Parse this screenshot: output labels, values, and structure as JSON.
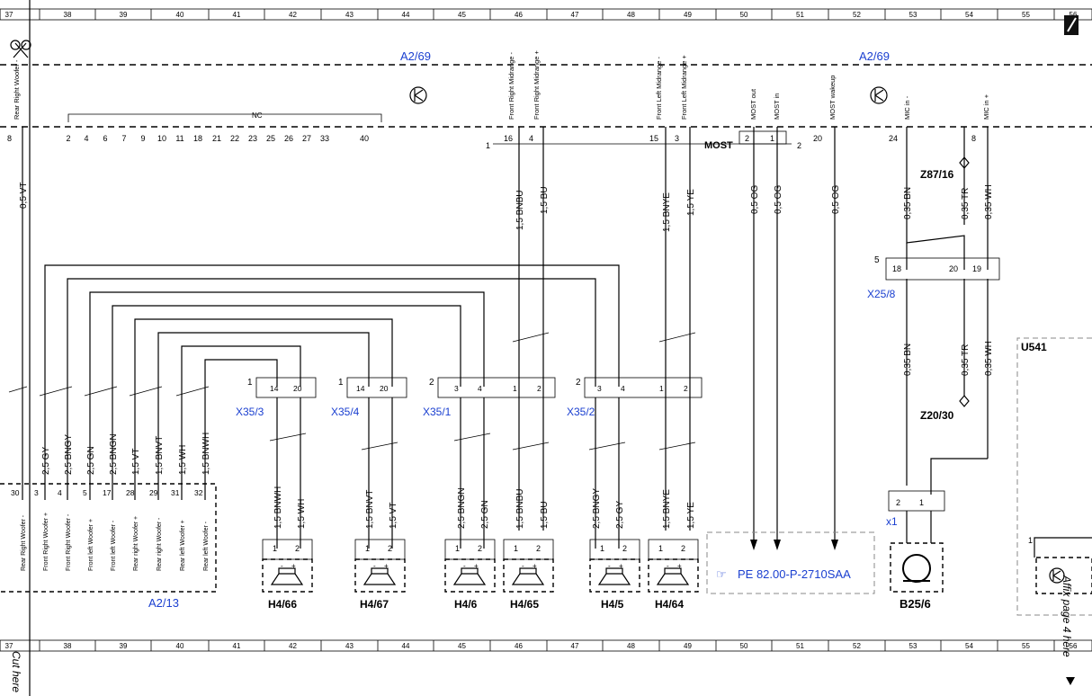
{
  "grid": {
    "columns": [
      "37",
      "38",
      "39",
      "40",
      "41",
      "42",
      "43",
      "44",
      "45",
      "46",
      "47",
      "48",
      "49",
      "50",
      "51",
      "52",
      "53",
      "54",
      "55",
      "56"
    ]
  },
  "modules": {
    "a2_69_left": "A2/69",
    "a2_69_right": "A2/69",
    "a2_13": "A2/13",
    "u541": "U541",
    "x25_8": "X25/8",
    "x1": "x1",
    "z87_16": "Z87/16",
    "z20_30": "Z20/30",
    "b25_6": "B25/6"
  },
  "top_connector": {
    "pin_labels": [
      "Rear Right Woofer -",
      "Front Right Midrange -",
      "Front Right Midrange +",
      "Front Left Midrange -",
      "Front Left Midrange +",
      "MOST out",
      "MOST in",
      "MOST wakeup",
      "MIC in -",
      "MIC in +"
    ],
    "nc_label": "NC",
    "nc_pins": [
      "2",
      "4",
      "6",
      "7",
      "9",
      "10",
      "11",
      "18",
      "21",
      "22",
      "23",
      "25",
      "26",
      "27",
      "33",
      "40"
    ],
    "pins": {
      "p8": "8",
      "p16": "16",
      "p4": "4",
      "p15": "15",
      "p3": "3",
      "p2": "2",
      "p1": "1",
      "p20": "20",
      "p24": "24",
      "p8b": "8"
    },
    "most_label": "MOST",
    "side_1": "1",
    "side_2": "2"
  },
  "wires": {
    "vt_left": "0,5 VT",
    "bnbu_top": "1,5 BNBU",
    "bu_top": "1,5 BU",
    "bnye_top": "1,5 BNYE",
    "ye_top": "1,5 YE",
    "og1": "0,5 OG",
    "og2": "0,5 OG",
    "og3": "0,5 OG",
    "bn_top": "0,35 BN",
    "tr_top": "0,35 TR",
    "wh_top": "0,35 WH",
    "bn_mid": "0,35 BN",
    "tr_mid": "0,35 TR",
    "wh_mid": "0,35 WH",
    "gy": "2,5 GY",
    "bngy": "2,5 BNGY",
    "gn": "2,5 GN",
    "bngn": "2,5 BNGN",
    "vt": "1,5 VT",
    "bnvt": "1,5 BNVT",
    "wh": "1,5 WH",
    "bnwh": "1,5 BNWH",
    "h466_a": "1,5 BNWH",
    "h466_b": "1,5 WH",
    "h467_a": "1,5 BNVT",
    "h467_b": "1,5 VT",
    "h46_a": "2,5 BNGN",
    "h46_b": "2,5 GN",
    "h465_a": "1,5 BNBU",
    "h465_b": "1,5 BU",
    "h45_a": "2,5 BNGY",
    "h45_b": "2,5 GY",
    "h464_a": "1,5 BNYE",
    "h464_b": "1,5 YE"
  },
  "x25_8": {
    "side": "5",
    "p18": "18",
    "p20": "20",
    "p19": "19"
  },
  "mid_connectors": [
    {
      "name": "X35/3",
      "side": "1",
      "pa": "14",
      "pb": "20"
    },
    {
      "name": "X35/4",
      "side": "1",
      "pa": "14",
      "pb": "20"
    },
    {
      "name": "X35/1",
      "side": "2",
      "pa": "3",
      "pb": "4",
      "pc": "1",
      "pd": "2"
    },
    {
      "name": "X35/2",
      "side": "2",
      "pa": "3",
      "pb": "4",
      "pc": "1",
      "pd": "2"
    }
  ],
  "a2_13": {
    "pins": [
      "30",
      "3",
      "4",
      "5",
      "17",
      "28",
      "29",
      "31",
      "32"
    ],
    "labels": [
      "Rear Right Woofer -",
      "Front Right Woofer +",
      "Front Right Woofer -",
      "Front left Woofer +",
      "Front left Woofer -",
      "Rear right Woofer +",
      "Rear right Woofer -",
      "Rear left Woofer +",
      "Rear left Woofer -"
    ]
  },
  "speakers": [
    "H4/66",
    "H4/67",
    "H4/6",
    "H4/65",
    "H4/5",
    "H4/64"
  ],
  "speaker_pins": {
    "p1": "1",
    "p2": "2",
    "minus": "-",
    "plus": "+"
  },
  "x1_pins": {
    "p2": "2",
    "p1": "1"
  },
  "u541_pin": "1",
  "reference": "PE 82.00-P-2710SAA",
  "cut_here": "Cut here",
  "affix_text": "Affix page 4 here"
}
